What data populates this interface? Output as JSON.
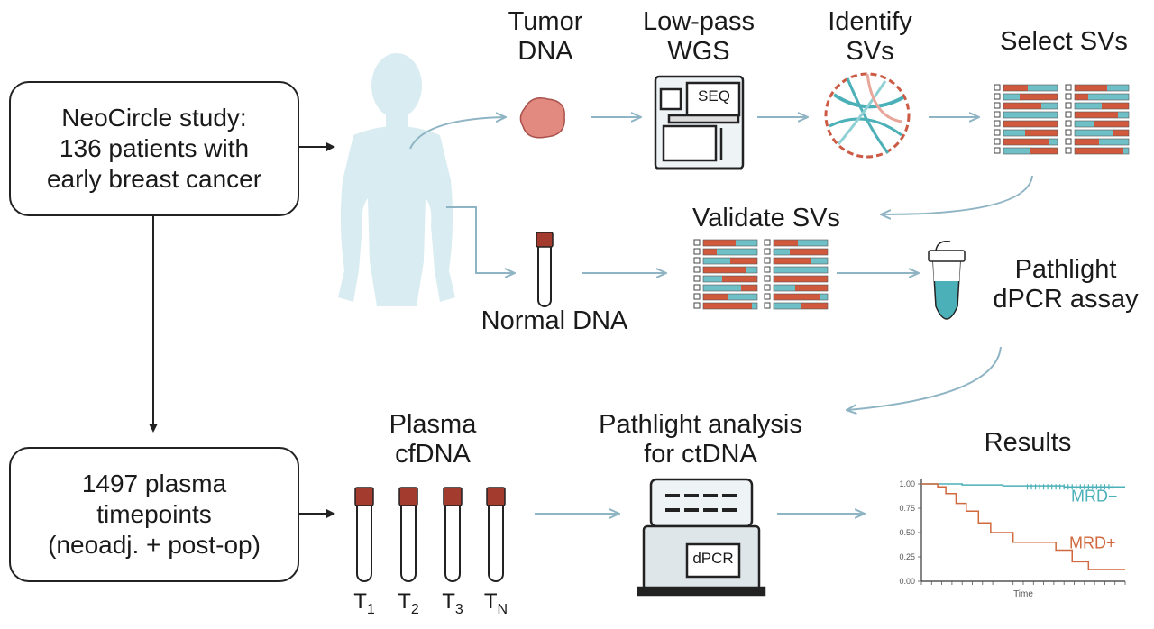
{
  "study_box": {
    "line1": "NeoCircle study:",
    "line2": "136 patients with",
    "line3": "early breast cancer"
  },
  "plasma_box": {
    "line1": "1497 plasma",
    "line2": "timepoints",
    "line3": "(neoadj. + post-op)"
  },
  "steps": {
    "tumor_dna": {
      "line1": "Tumor",
      "line2": "DNA"
    },
    "low_pass_wgs": {
      "line1": "Low-pass",
      "line2": "WGS",
      "screen": "SEQ"
    },
    "identify_svs": {
      "line1": "Identify",
      "line2": "SVs"
    },
    "select_svs": {
      "line1": "Select SVs"
    },
    "validate_svs": {
      "line1": "Validate SVs"
    },
    "normal_dna": {
      "line1": "Normal DNA"
    },
    "pathlight_assay": {
      "line1": "Pathlight",
      "line2": "dPCR assay"
    },
    "plasma_cfdna": {
      "line1": "Plasma",
      "line2": "cfDNA"
    },
    "pathlight_analysis": {
      "line1": "Pathlight analysis",
      "line2": "for ctDNA",
      "screen": "dPCR"
    },
    "results": {
      "line1": "Results"
    }
  },
  "tubes": [
    {
      "label": "T",
      "sub": "1"
    },
    {
      "label": "T",
      "sub": "2"
    },
    {
      "label": "T",
      "sub": "3"
    },
    {
      "label": "T",
      "sub": "N"
    }
  ],
  "chart_data": {
    "type": "line",
    "title": "Results",
    "xlabel": "Time",
    "ylabel": "",
    "ylim": [
      0,
      1
    ],
    "yticks": [
      "1.00",
      "0.75",
      "0.50",
      "0.25",
      "0.00"
    ],
    "series": [
      {
        "name": "MRD−",
        "color": "#4bb0b8",
        "x": [
          0,
          1,
          2,
          3,
          4,
          5,
          6,
          7,
          8,
          9,
          10
        ],
        "y": [
          1.0,
          1.0,
          0.99,
          0.99,
          0.98,
          0.98,
          0.98,
          0.97,
          0.97,
          0.97,
          0.97
        ]
      },
      {
        "name": "MRD+",
        "color": "#d0693d",
        "x": [
          0,
          0.8,
          1.2,
          1.7,
          2.2,
          2.8,
          3.4,
          4.5,
          5.6,
          6.6,
          7.4,
          8.2,
          10
        ],
        "y": [
          1.0,
          0.97,
          0.9,
          0.8,
          0.72,
          0.6,
          0.5,
          0.4,
          0.4,
          0.32,
          0.2,
          0.12,
          0.12
        ]
      }
    ]
  },
  "colors": {
    "teal": "#4bb0b8",
    "red": "#d0593d",
    "arrow": "#8fb4c4",
    "figure": "#d9ecf1",
    "dark": "#222222"
  }
}
